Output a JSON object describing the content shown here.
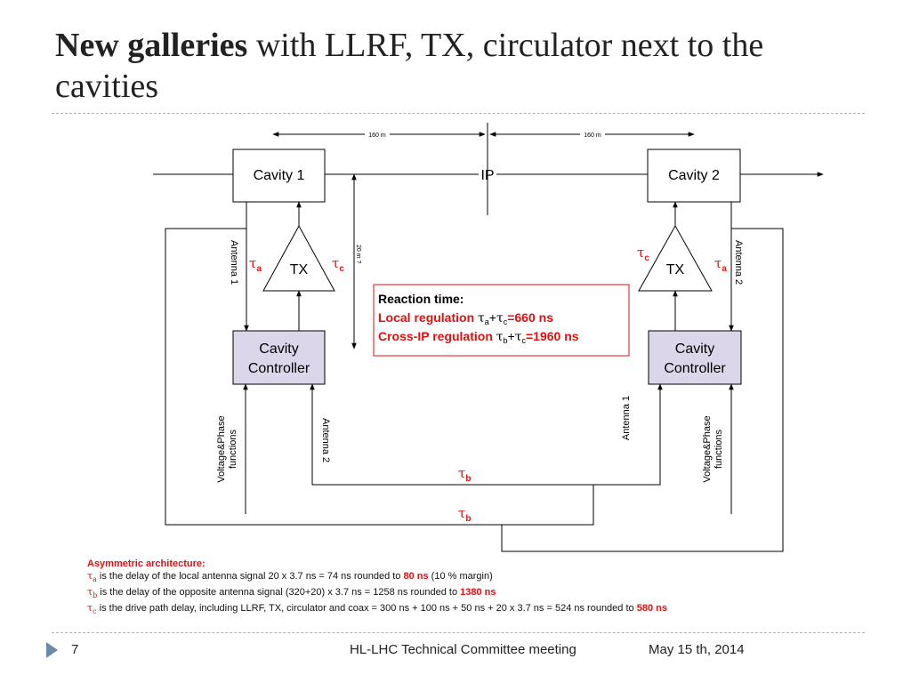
{
  "slide": {
    "title_bold": "New galleries",
    "title_rest": " with LLRF, TX, circulator next to the cavities",
    "page_number": "7",
    "meeting": "HL-LHC Technical Committee meeting",
    "date": "May 15 th, 2014"
  },
  "diagram": {
    "dist_left": "160 m",
    "dist_right": "160 m",
    "dist_vertical": "20 m ?",
    "ip": "IP",
    "cavity1": "Cavity 1",
    "cavity2": "Cavity 2",
    "tx": "TX",
    "controller_line1": "Cavity",
    "controller_line2": "Controller",
    "antenna1": "Antenna 1",
    "antenna2": "Antenna 2",
    "vp_line1": "Voltage&Phase",
    "vp_line2": "functions",
    "tau": "τ",
    "sub_a": "a",
    "sub_b": "b",
    "sub_c": "c",
    "reaction": {
      "title": "Reaction time:",
      "local_label": "Local regulation ",
      "local_value": "=660 ns",
      "cross_label": "Cross-IP regulation ",
      "cross_value": "=1960 ns",
      "plus": "+"
    }
  },
  "notes": {
    "heading": "Asymmetric architecture:",
    "a_text": " is the delay of the local antenna signal 20 x 3.7 ns = 74 ns rounded to ",
    "a_value": "80 ns",
    "a_tail": " (10 % margin)",
    "b_text": " is the delay of the opposite antenna signal (320+20) x 3.7 ns = 1258 ns rounded to ",
    "b_value": "1380 ns",
    "c_text": " is the drive path delay, including LLRF, TX, circulator and coax = 300 ns + 100 ns + 50 ns + 20 x 3.7 ns = 524 ns rounded to ",
    "c_value": "580 ns"
  },
  "colors": {
    "accent_red": "#e01010",
    "controller_fill": "#dcd6ea",
    "rule": "#a9b3bd",
    "footer_arrow": "#6b8ba8"
  }
}
